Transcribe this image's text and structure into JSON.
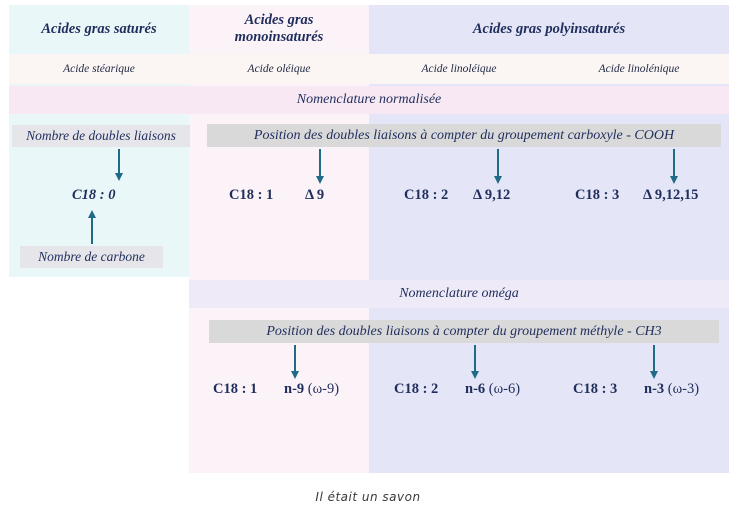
{
  "headers": {
    "saturated": "Acides gras saturés",
    "mono_line1": "Acides gras",
    "mono_line2": "monoinsaturés",
    "poly": "Acides gras polyinsaturés"
  },
  "acids": {
    "stearic": "Acide stéarique",
    "oleic": "Acide oléique",
    "linoleic": "Acide linoléique",
    "linolenic": "Acide linolénique"
  },
  "normalized": {
    "title": "Nomenclature normalisée",
    "double_bonds_label": "Nombre de doubles liaisons",
    "carbon_label": "Nombre de carbone",
    "position_label": "Position des doubles liaisons à compter du groupement carboxyle  - COOH",
    "stearic_formula": "C18 : 0",
    "oleic_formula": "C18 : 1",
    "oleic_delta": "Δ 9",
    "linoleic_formula": "C18 : 2",
    "linoleic_delta": "Δ 9,12",
    "linolenic_formula": "C18 : 3",
    "linolenic_delta": "Δ 9,12,15"
  },
  "omega": {
    "title": "Nomenclature oméga",
    "position_label": "Position des doubles liaisons à compter du groupement méthyle  - CH3",
    "oleic_formula": "C18 : 1",
    "oleic_n": "n-9",
    "oleic_w": " (ω-9)",
    "linoleic_formula": "C18 : 2",
    "linoleic_n": "n-6",
    "linoleic_w": " (ω-6)",
    "linolenic_formula": "C18 : 3",
    "linolenic_n": "n-3",
    "linolenic_w": " (ω-3)"
  },
  "footer": "Il était un savon",
  "colors": {
    "arrow": "#1f6b87",
    "text": "#1f2d5c"
  }
}
